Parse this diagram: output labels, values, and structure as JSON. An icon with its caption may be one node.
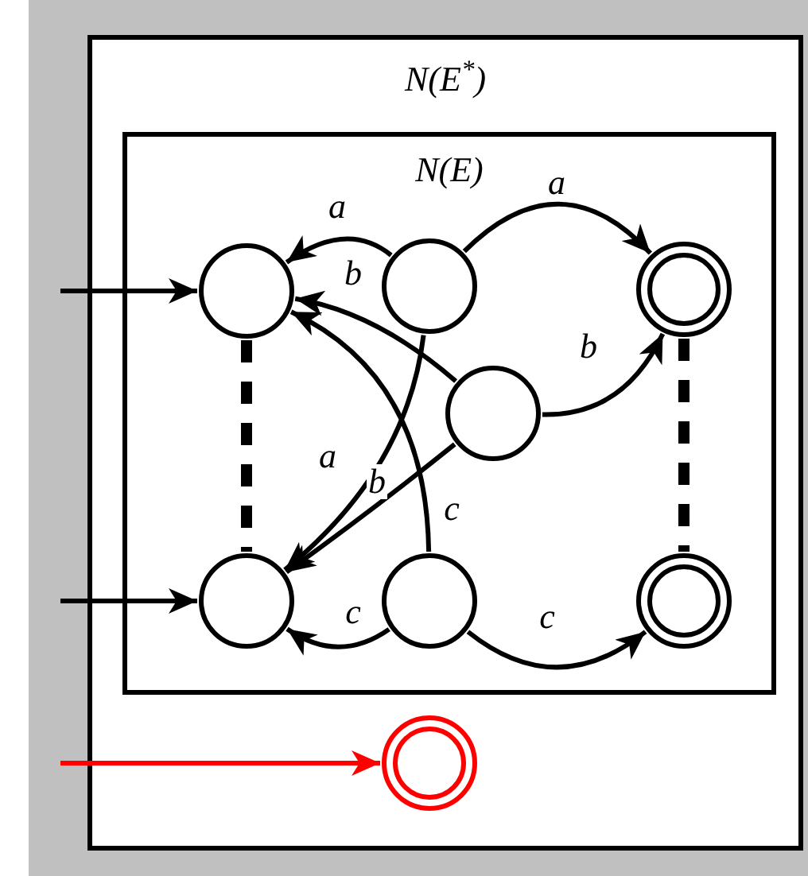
{
  "diagram": {
    "nodes": [
      {
        "text": [
          "N(E$^{*}$)"
        ]
      },
      {
        "text": [
          "N(E)"
        ],
        "in": 0
      },
      {
        "text": [],
        "shape": "circle",
        "in": 1
      },
      {
        "text": [],
        "shape": "circle",
        "in": 1
      },
      {
        "text": [],
        "shape": "doublecircle",
        "in": 1
      },
      {
        "text": [],
        "shape": "circle",
        "in": 1
      },
      {
        "text": [],
        "shape": "circle",
        "in": 1
      },
      {
        "text": [],
        "shape": "circle",
        "in": 1
      },
      {
        "text": [],
        "shape": "doublecircle",
        "in": 1
      },
      {
        "text": [],
        "shape": "doublecircle",
        "in": 0
      }
    ],
    "edges": [
      {
        "from": null,
        "to": 2,
        "arrow": "to"
      },
      {
        "from": null,
        "to": 6,
        "arrow": "to"
      },
      {
        "from": null,
        "to": 9,
        "arrow": "to",
        "color": "#ff0000"
      },
      {
        "from": 3,
        "to": 2,
        "arrow": "to",
        "label": "a"
      },
      {
        "from": 5,
        "to": 2,
        "arrow": "to",
        "label": "b"
      },
      {
        "from": 7,
        "to": 2,
        "arrow": "to",
        "label": "c"
      },
      {
        "from": 3,
        "to": 4,
        "arrow": "to",
        "label": "a"
      },
      {
        "from": 5,
        "to": 4,
        "arrow": "to",
        "label": "b"
      },
      {
        "from": 3,
        "to": 6,
        "arrow": "to",
        "label": "a"
      },
      {
        "from": 5,
        "to": 6,
        "arrow": "to",
        "label": "b"
      },
      {
        "from": 7,
        "to": 6,
        "arrow": "to",
        "label": "c"
      },
      {
        "from": 7,
        "to": 8,
        "arrow": "to",
        "label": "c"
      },
      {
        "from": 2,
        "to": 6,
        "arrow": "none",
        "style": "dashed"
      },
      {
        "from": 4,
        "to": 8,
        "arrow": "none",
        "style": "dashed"
      }
    ]
  }
}
